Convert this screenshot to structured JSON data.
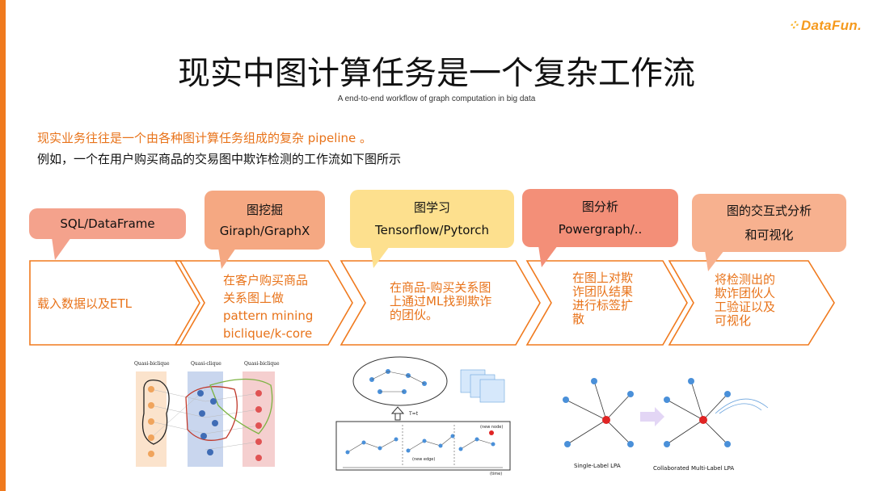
{
  "brand": {
    "logo_text": "DataFun."
  },
  "header": {
    "title": "现实中图计算任务是一个复杂工作流",
    "subtitle": "A end-to-end workflow of graph computation in big data"
  },
  "intro": {
    "line1": "现实业务往往是一个由各种图计算任务组成的复杂 pipeline 。",
    "line2": "例如，一个在用户购买商品的交易图中欺诈检测的工作流如下图所示"
  },
  "bubbles": [
    {
      "lines": [
        "SQL/DataFrame"
      ],
      "color": "#f4a28c"
    },
    {
      "lines": [
        "图挖掘",
        "Giraph/GraphX"
      ],
      "color": "#f5a882"
    },
    {
      "lines": [
        "图学习",
        "Tensorflow/Pytorch"
      ],
      "color": "#fde08e"
    },
    {
      "lines": [
        "图分析",
        "Powergraph/.."
      ],
      "color": "#f38f78"
    },
    {
      "lines": [
        "图的交互式分析",
        "和可视化"
      ],
      "color": "#f7b18f"
    }
  ],
  "steps": [
    {
      "lines": [
        "载入数据以及ETL"
      ]
    },
    {
      "lines": [
        "在客户购买商品",
        "关系图上做",
        "pattern mining",
        "biclique/k-core"
      ]
    },
    {
      "lines": [
        "在商品-购买关系图",
        "上通过ML找到欺诈",
        "的团伙。"
      ]
    },
    {
      "lines": [
        "在图上对欺",
        "诈团队结果",
        "进行标签扩",
        "散"
      ]
    },
    {
      "lines": [
        "将检测出的",
        "欺诈团伙人",
        "工验证以及",
        "可视化"
      ]
    }
  ],
  "figures": {
    "fig1": {
      "labels": [
        "Quasi-biclique",
        "Quasi-clique",
        "Quasi-biclique"
      ]
    },
    "fig2": {
      "labels": [
        "T=t",
        "(new node)",
        "(new edge)",
        "(time)"
      ]
    },
    "fig3": {
      "labels": [
        "Single-Label LPA",
        "Collaborated Multi-Label LPA"
      ]
    }
  },
  "colors": {
    "accent": "#e8731a",
    "bar": "#f07a1e",
    "logo": "#f59a1e"
  }
}
